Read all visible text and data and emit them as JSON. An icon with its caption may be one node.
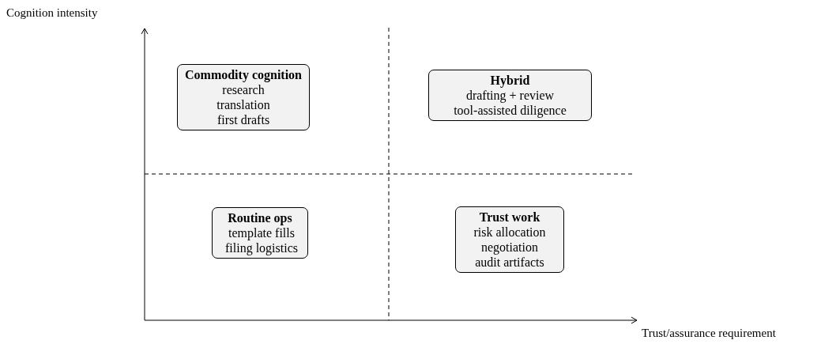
{
  "diagram": {
    "nodes": [
      {
        "text": [
          "Commodity cognition",
          "research translation first drafts"
        ]
      },
      {
        "text": [
          "Hybrid",
          "drafting + review tool-assisted diligence"
        ]
      },
      {
        "text": [
          "Routine ops",
          "template fills filing logistics"
        ]
      },
      {
        "text": [
          "Trust work",
          "risk allocation negotiation audit artifacts"
        ]
      }
    ],
    "edges": [],
    "labels": [
      "Cognition intensity",
      "Trust/assurance requirement"
    ]
  }
}
